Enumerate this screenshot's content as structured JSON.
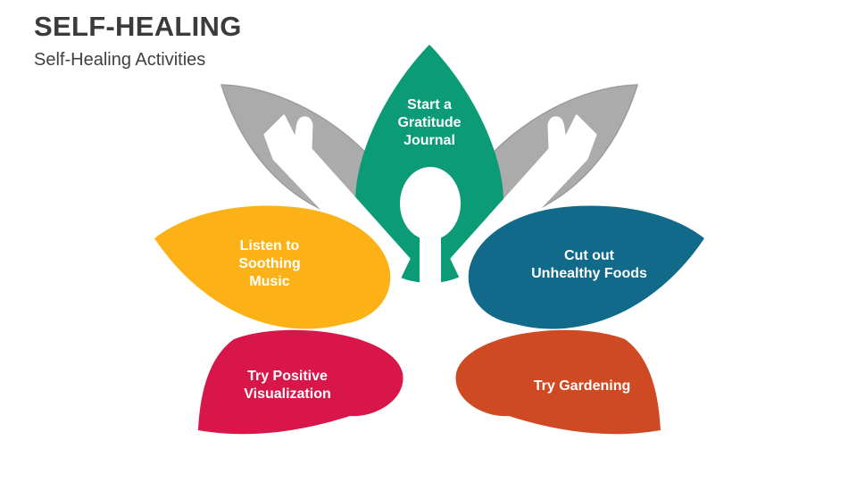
{
  "slide": {
    "title": "SELF-HEALING",
    "subtitle": "Self-Healing Activities"
  },
  "colors": {
    "background": "#FFFFFF",
    "title_text": "#3B3B3B",
    "subtitle_text": "#404040",
    "label_text": "#FFFFFF",
    "leaf_gray": "#ABABAB",
    "leaf_gray_outline": "#9C9C9C",
    "figure_white": "#FFFFFF"
  },
  "petals": {
    "top": {
      "label": "Start a\nGratitude\nJournal",
      "color": "#0B9B77"
    },
    "left_upper": {
      "label": "Listen to\nSoothing\nMusic",
      "color": "#FCB216",
      "shadow_color": "#C4920F"
    },
    "right_upper": {
      "label": "Cut out\nUnhealthy Foods",
      "color": "#116A89",
      "shadow_color": "#10566C"
    },
    "left_lower": {
      "label": "Try Positive\nVisualization",
      "color": "#D9164A"
    },
    "right_lower": {
      "label": "Try Gardening",
      "color": "#CF4A23"
    }
  }
}
